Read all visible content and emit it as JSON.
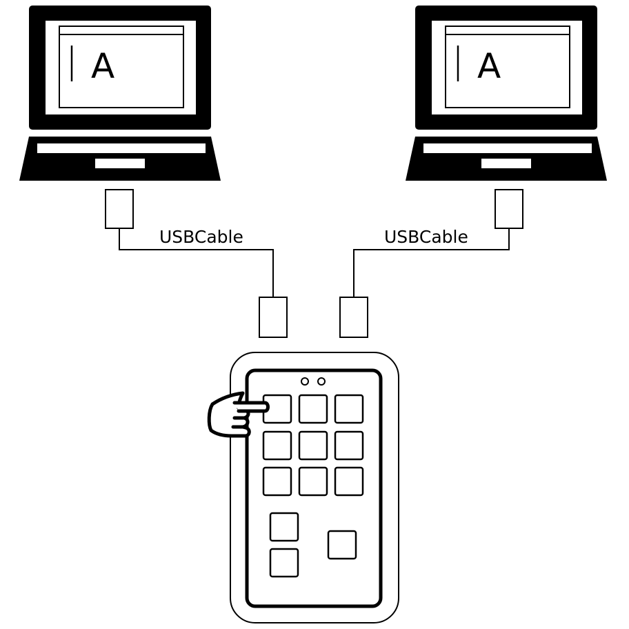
{
  "laptops": [
    {
      "screen_text": "A"
    },
    {
      "screen_text": "A"
    }
  ],
  "cables": [
    {
      "label": "USBCable"
    },
    {
      "label": "USBCable"
    }
  ],
  "keypad": {
    "indicator_lights": 2,
    "grid_rows": 3,
    "grid_cols": 3,
    "extra_keys": 3
  },
  "colors": {
    "line": "#000000",
    "background": "#ffffff"
  }
}
